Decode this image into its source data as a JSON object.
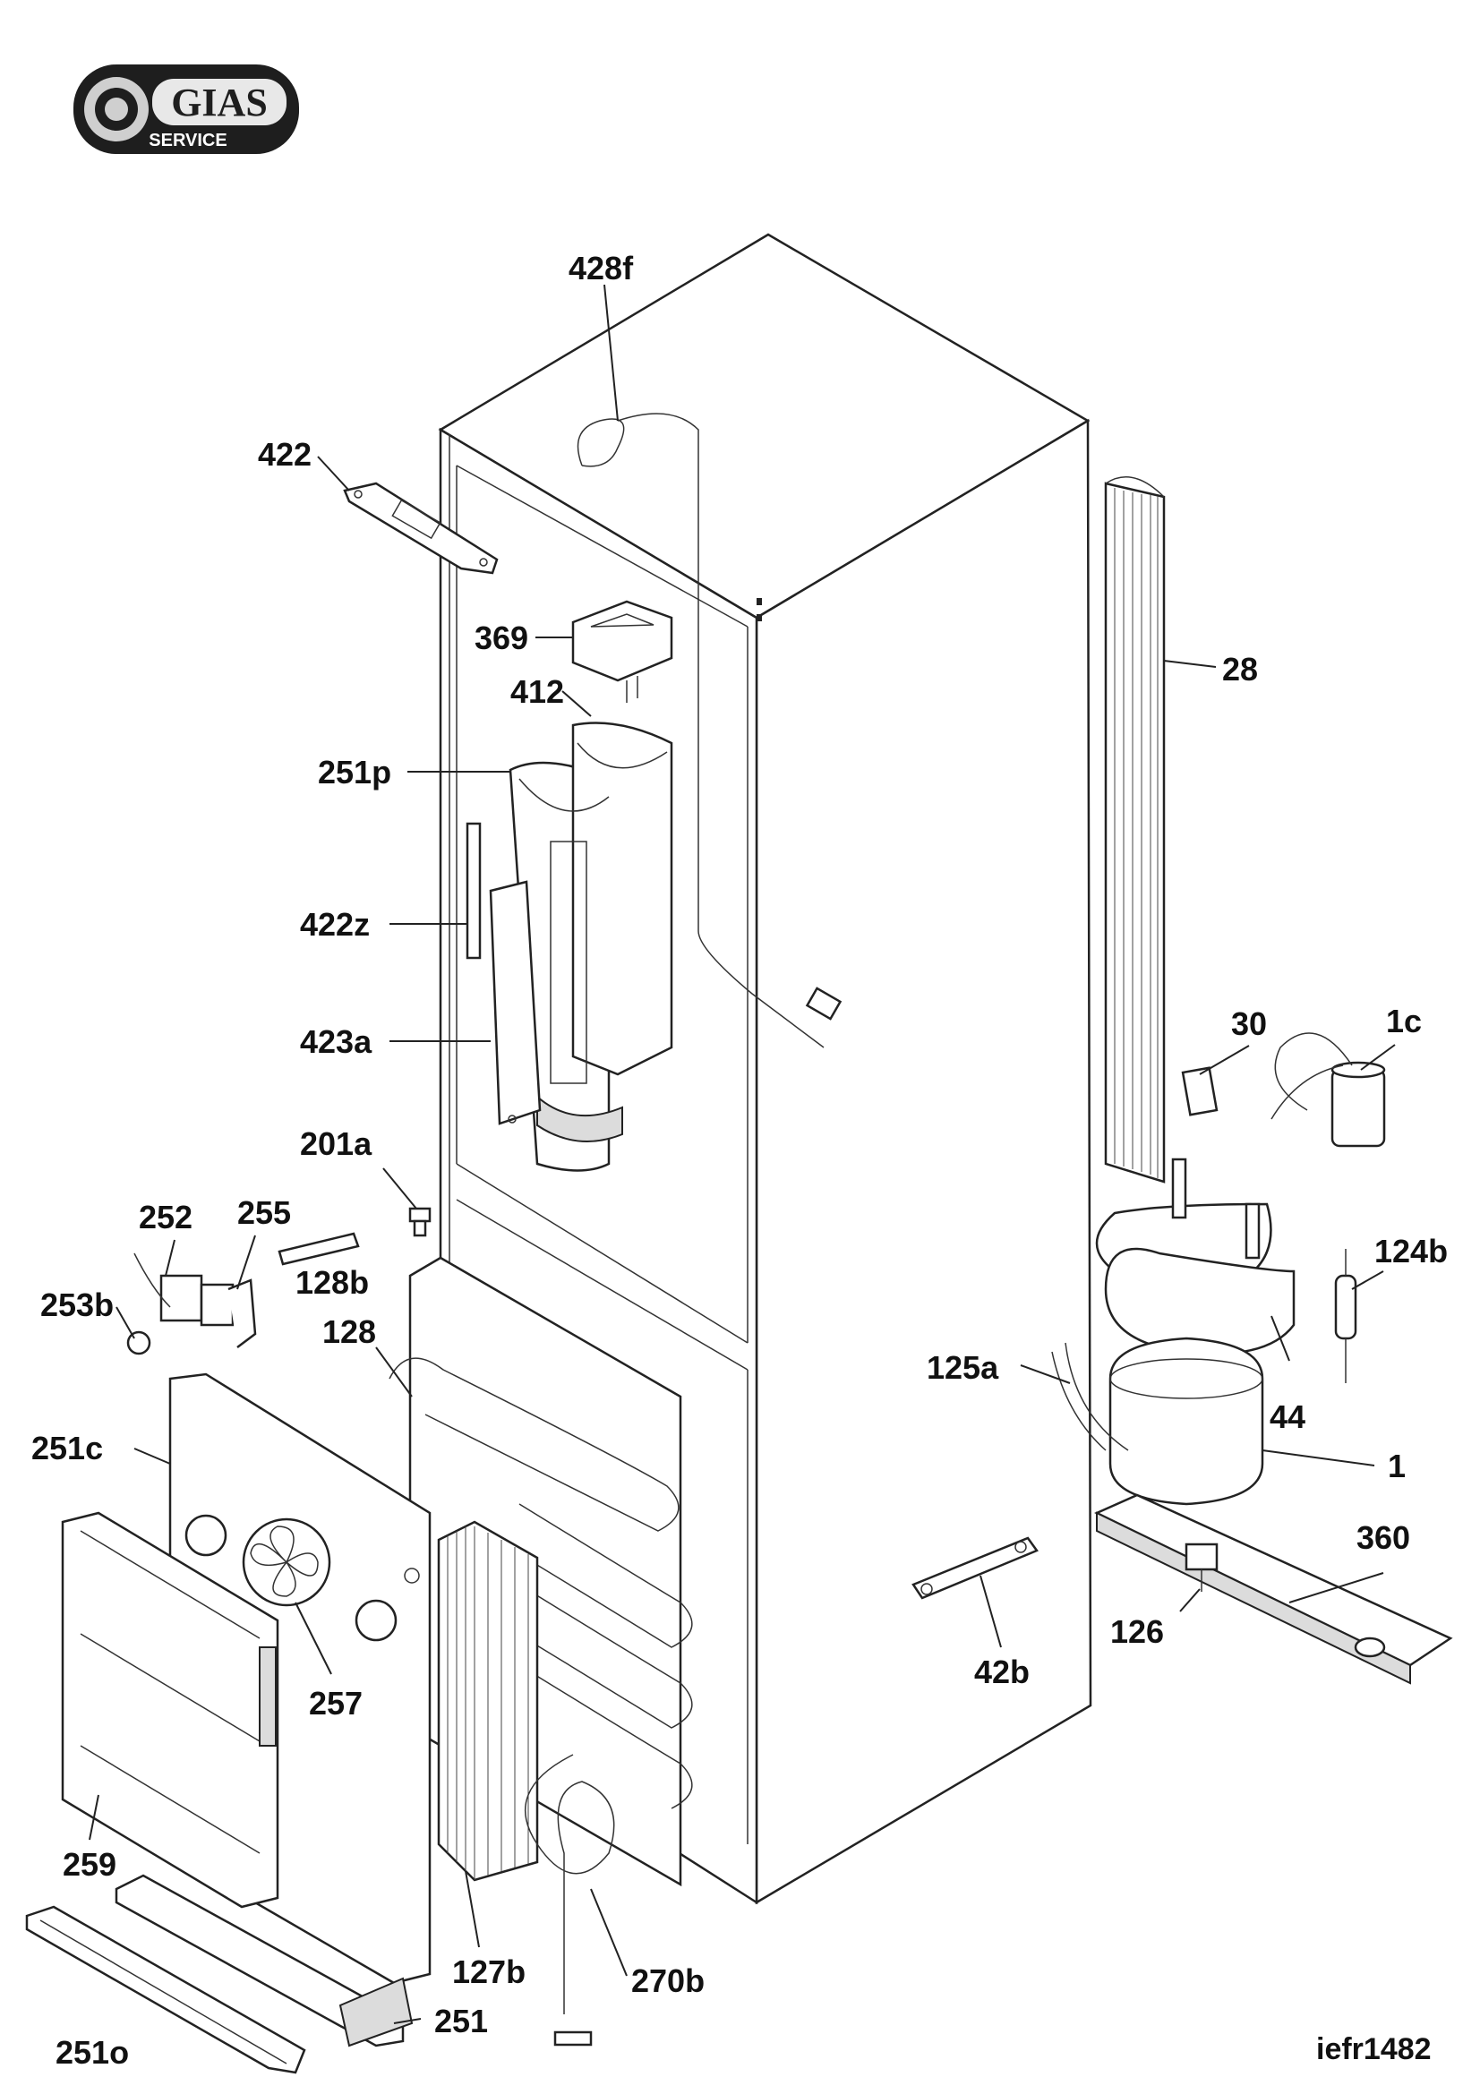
{
  "logo": {
    "brand": "GIAS",
    "sub": "SERVICE"
  },
  "document_code": "iefr1482",
  "callouts": {
    "c428f": "428f",
    "c422": "422",
    "c369": "369",
    "c412": "412",
    "c28": "28",
    "c251p": "251p",
    "c422z": "422z",
    "c423a": "423a",
    "c30": "30",
    "c1c": "1c",
    "c201a": "201a",
    "c252": "252",
    "c255": "255",
    "c128b": "128b",
    "c253b": "253b",
    "c128": "128",
    "c124b": "124b",
    "c125a": "125a",
    "c44": "44",
    "c251c": "251c",
    "c1": "1",
    "c360": "360",
    "c126": "126",
    "c42b": "42b",
    "c257": "257",
    "c259": "259",
    "c127b": "127b",
    "c270b": "270b",
    "c251": "251",
    "c251o": "251o"
  }
}
